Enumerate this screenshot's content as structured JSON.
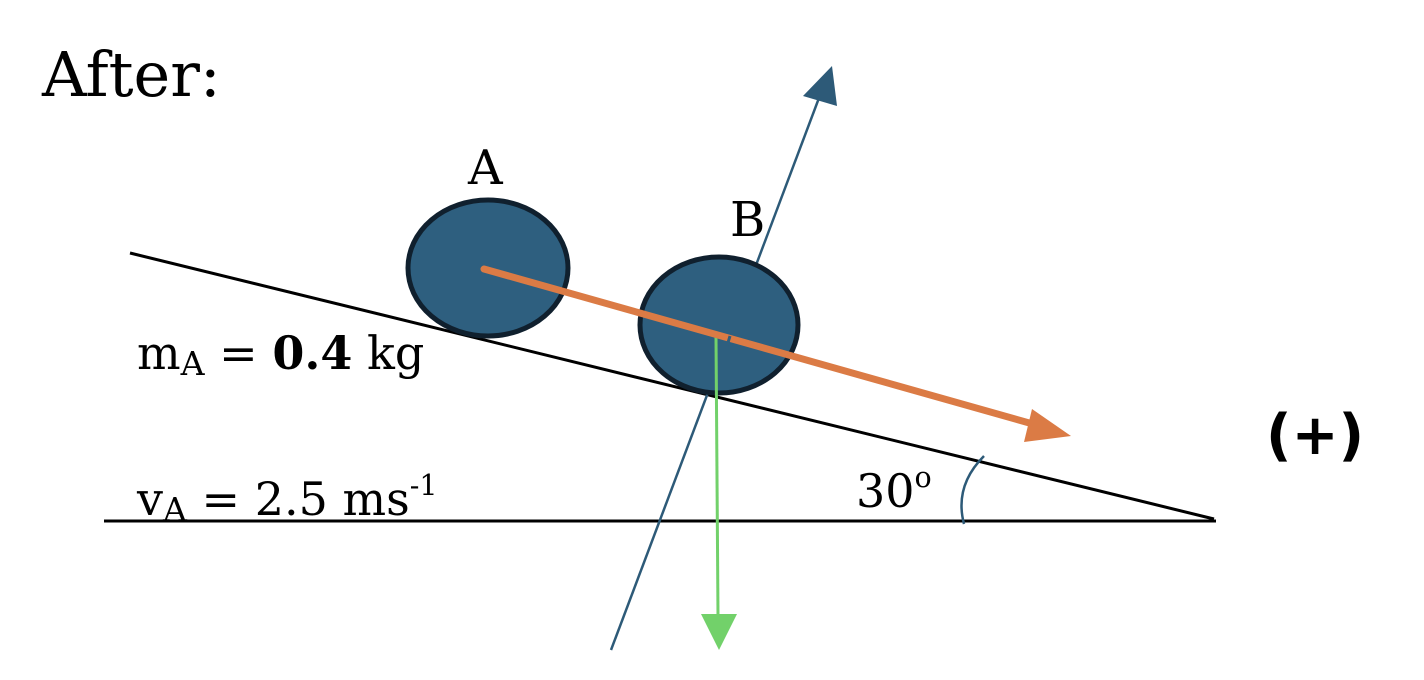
{
  "heading": "After:",
  "objects": {
    "a": {
      "label": "A"
    },
    "b": {
      "label": "B"
    }
  },
  "quantities": {
    "mass": {
      "symbol": "m",
      "subscript": "A",
      "equals": " = ",
      "value": "0.4",
      "unit": " kg"
    },
    "velocity": {
      "symbol": "v",
      "subscript": "A",
      "equals": " = ",
      "value": "2.5",
      "unit": " ms",
      "unit_exponent": "-1"
    }
  },
  "incline": {
    "angle": "30",
    "angle_unit": "o"
  },
  "sign_convention": "(+)",
  "colors": {
    "ball_fill": "#2e5f7f",
    "ball_outline": "#10202e",
    "motion_arrow": "#db7b45",
    "weight_arrow": "#72d16a",
    "normal_axis": "#2d5a78",
    "ground": "#000000"
  }
}
